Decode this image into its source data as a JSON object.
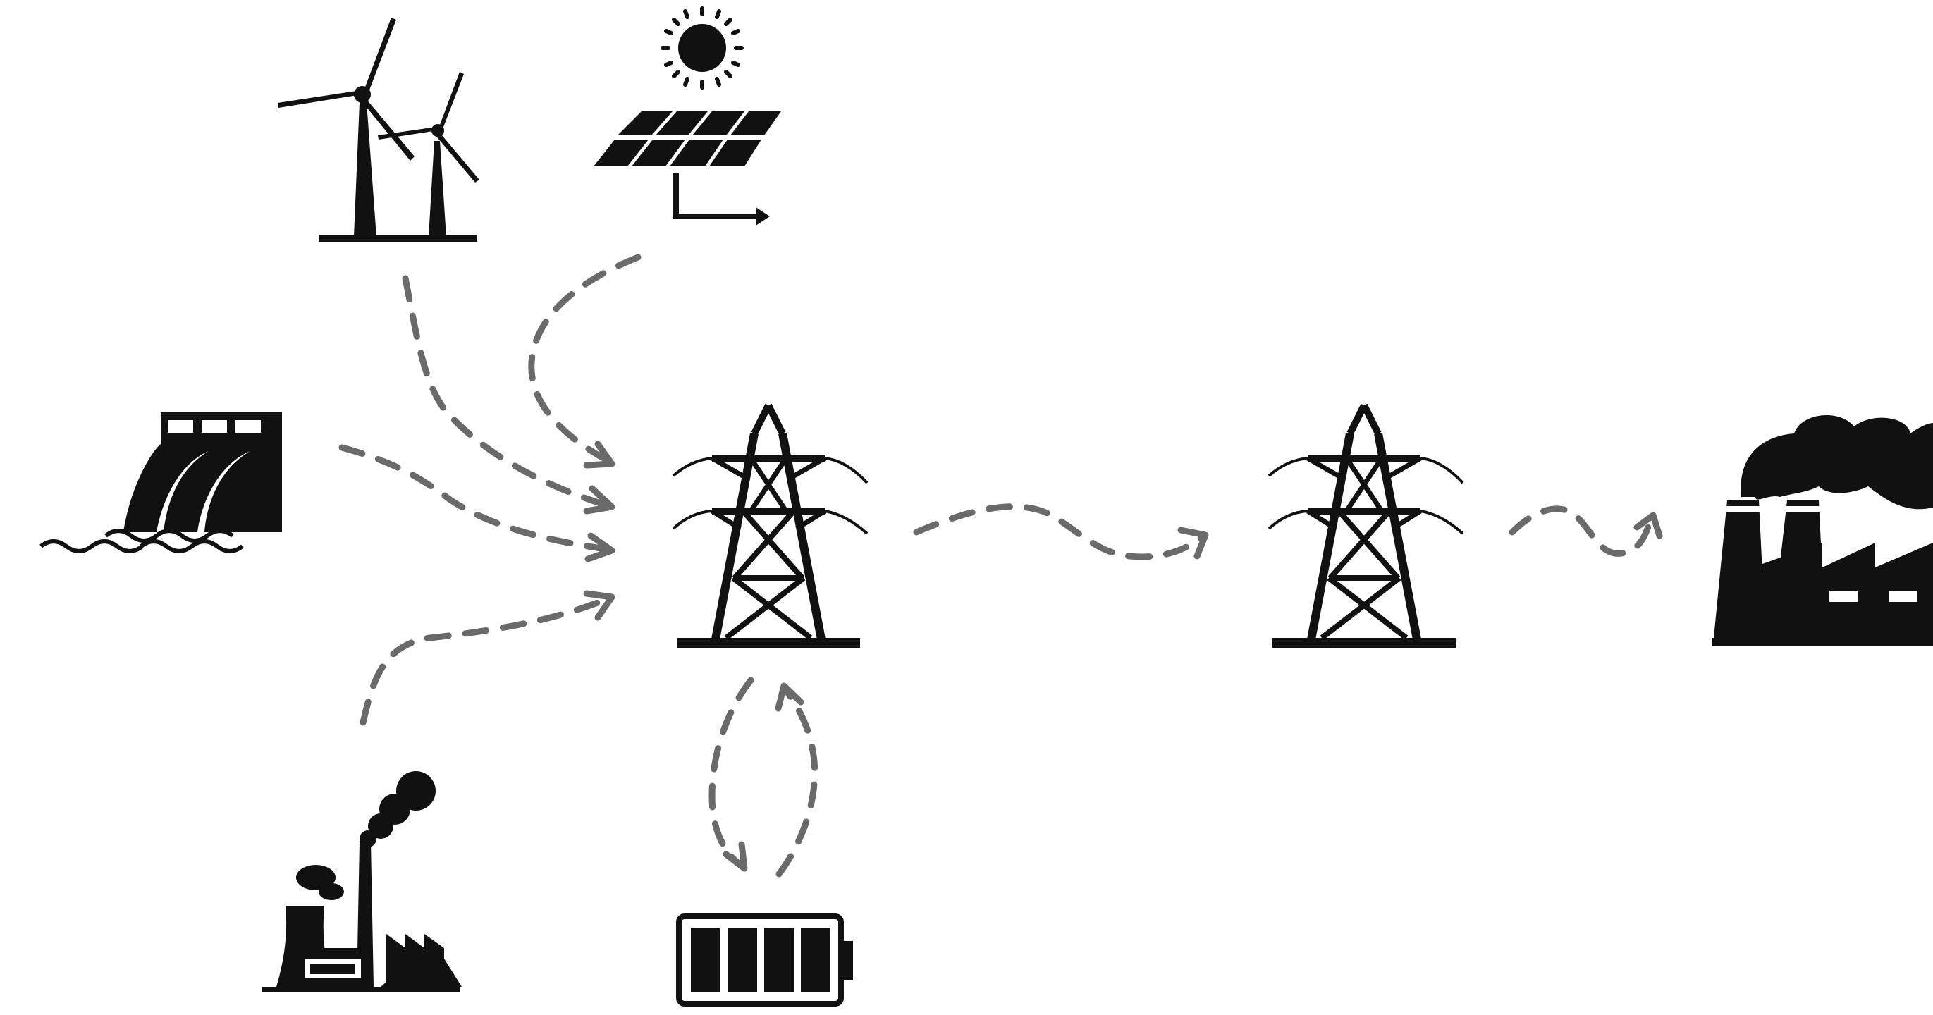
{
  "diagram": {
    "type": "energy-flow",
    "colors": {
      "icon": "#111111",
      "flow_arrow": "#6a6a6a",
      "background": "#ffffff"
    },
    "nodes": [
      {
        "id": "wind",
        "icon": "wind-turbines-icon"
      },
      {
        "id": "solar",
        "icon": "solar-panel-icon"
      },
      {
        "id": "hydro",
        "icon": "hydro-dam-icon"
      },
      {
        "id": "thermal",
        "icon": "thermal-power-plant-icon"
      },
      {
        "id": "grid_a",
        "icon": "transmission-tower-icon"
      },
      {
        "id": "battery",
        "icon": "battery-storage-icon"
      },
      {
        "id": "grid_b",
        "icon": "transmission-tower-icon"
      },
      {
        "id": "factory",
        "icon": "factory-icon"
      }
    ],
    "edges": [
      {
        "from": "wind",
        "to": "grid_a",
        "style": "dashed"
      },
      {
        "from": "solar",
        "to": "grid_a",
        "style": "dashed"
      },
      {
        "from": "hydro",
        "to": "grid_a",
        "style": "dashed"
      },
      {
        "from": "thermal",
        "to": "grid_a",
        "style": "dashed"
      },
      {
        "from": "grid_a",
        "to": "battery",
        "style": "dashed"
      },
      {
        "from": "battery",
        "to": "grid_a",
        "style": "dashed"
      },
      {
        "from": "grid_a",
        "to": "grid_b",
        "style": "dashed"
      },
      {
        "from": "grid_b",
        "to": "factory",
        "style": "dashed"
      }
    ]
  }
}
